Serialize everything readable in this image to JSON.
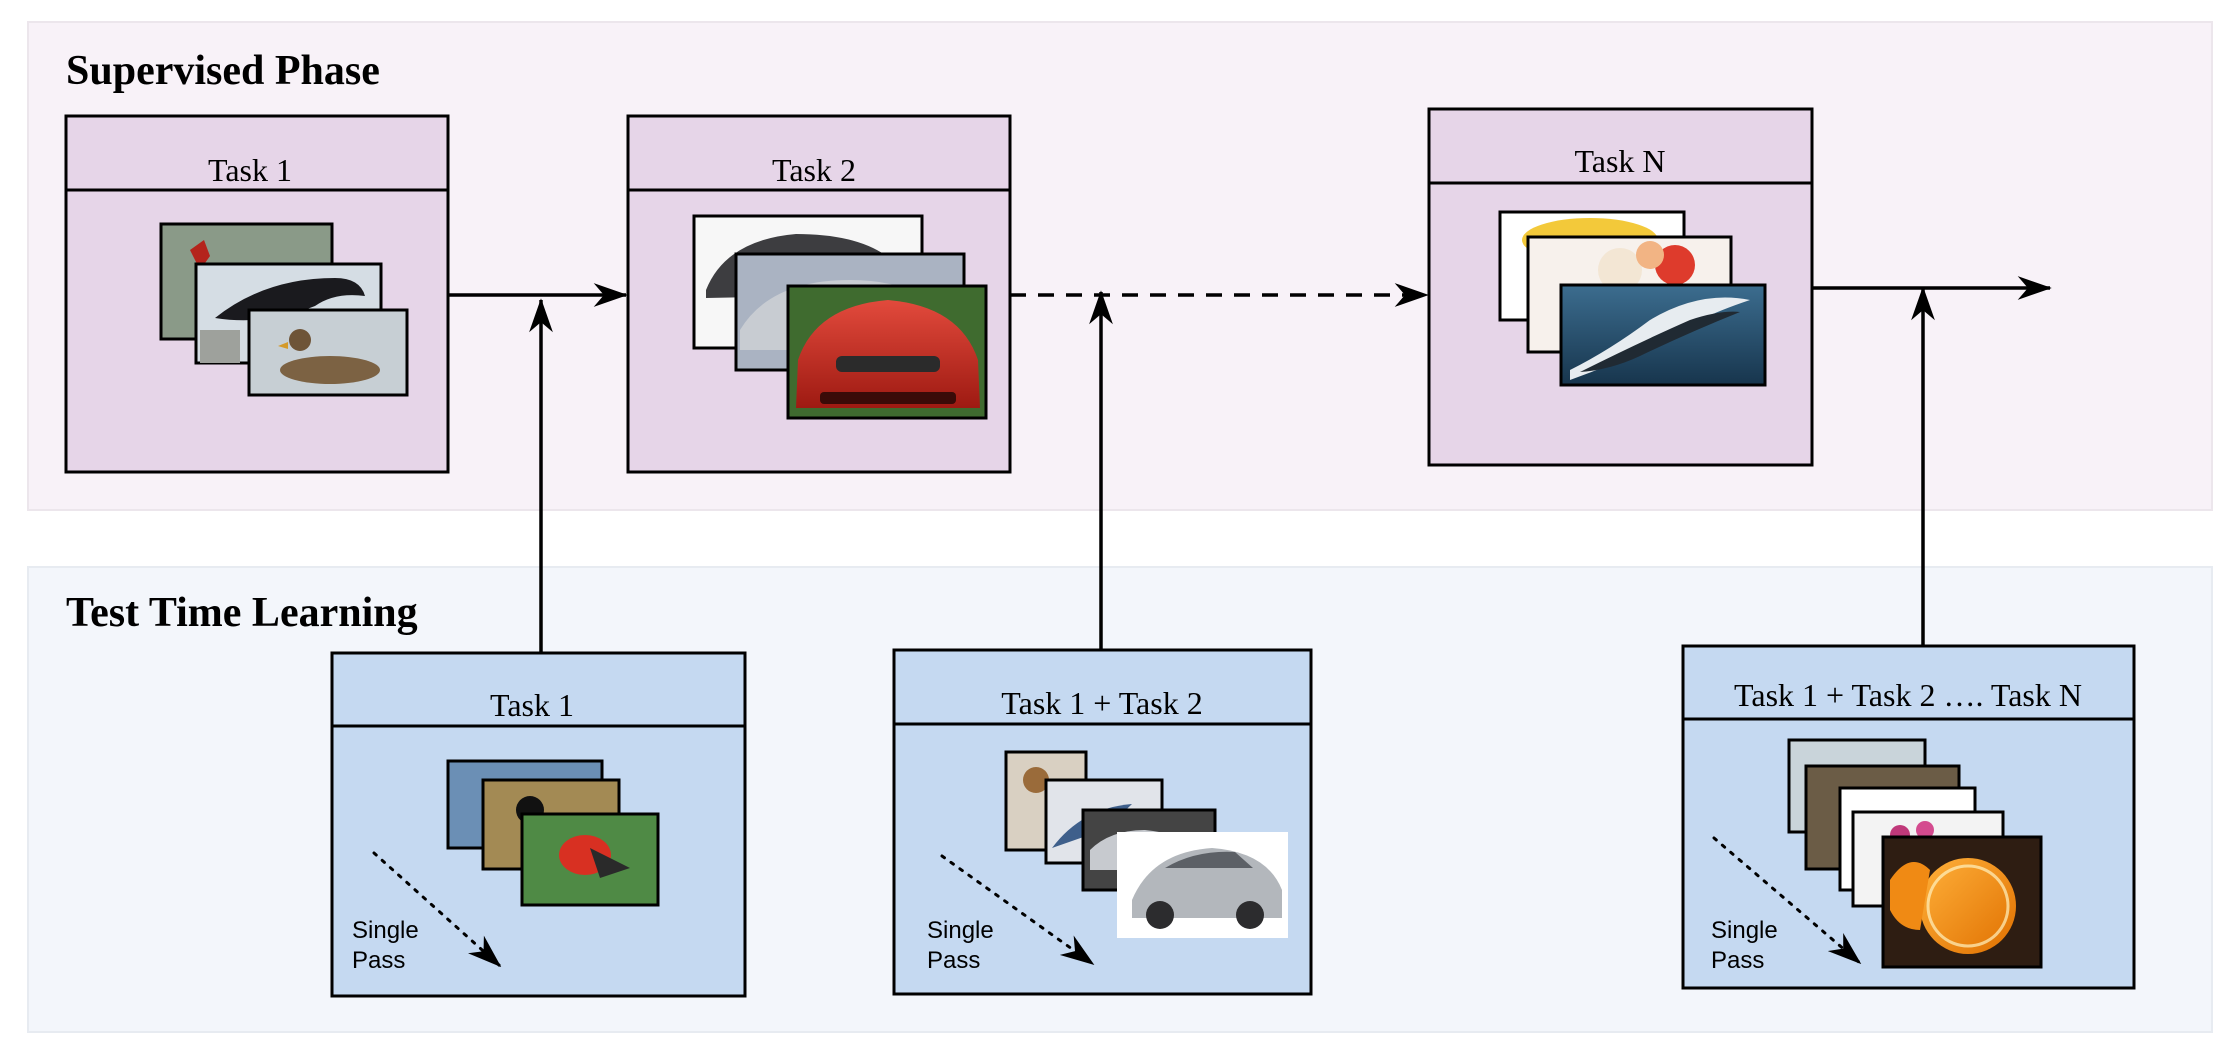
{
  "supervised_phase": {
    "title": "Supervised Phase",
    "tasks": [
      {
        "label": "Task 1",
        "images": [
          "cardinal-bird-photo",
          "crow-photo",
          "duck-photo"
        ]
      },
      {
        "label": "Task 2",
        "images": [
          "sedan-photo",
          "silver-car-photo",
          "red-car-photo"
        ]
      },
      {
        "label": "Task N",
        "images": [
          "fruit-photo",
          "flowers-photo",
          "whale-photo"
        ]
      }
    ]
  },
  "test_time_learning": {
    "title": "Test Time Learning",
    "tasks": [
      {
        "label": "Task 1",
        "pass_label_line1": "Single",
        "pass_label_line2": "Pass"
      },
      {
        "label": "Task 1 + Task 2",
        "pass_label_line1": "Single",
        "pass_label_line2": "Pass"
      },
      {
        "label": "Task 1 + Task 2 …. Task N",
        "pass_label_line1": "Single",
        "pass_label_line2": "Pass"
      }
    ]
  },
  "colors": {
    "supervised_band": "#f8f2f8",
    "test_band": "#f3f6fb",
    "task_box_purple": "#e6d5e8",
    "task_box_blue": "#c5d9f1",
    "stroke": "#000000"
  }
}
